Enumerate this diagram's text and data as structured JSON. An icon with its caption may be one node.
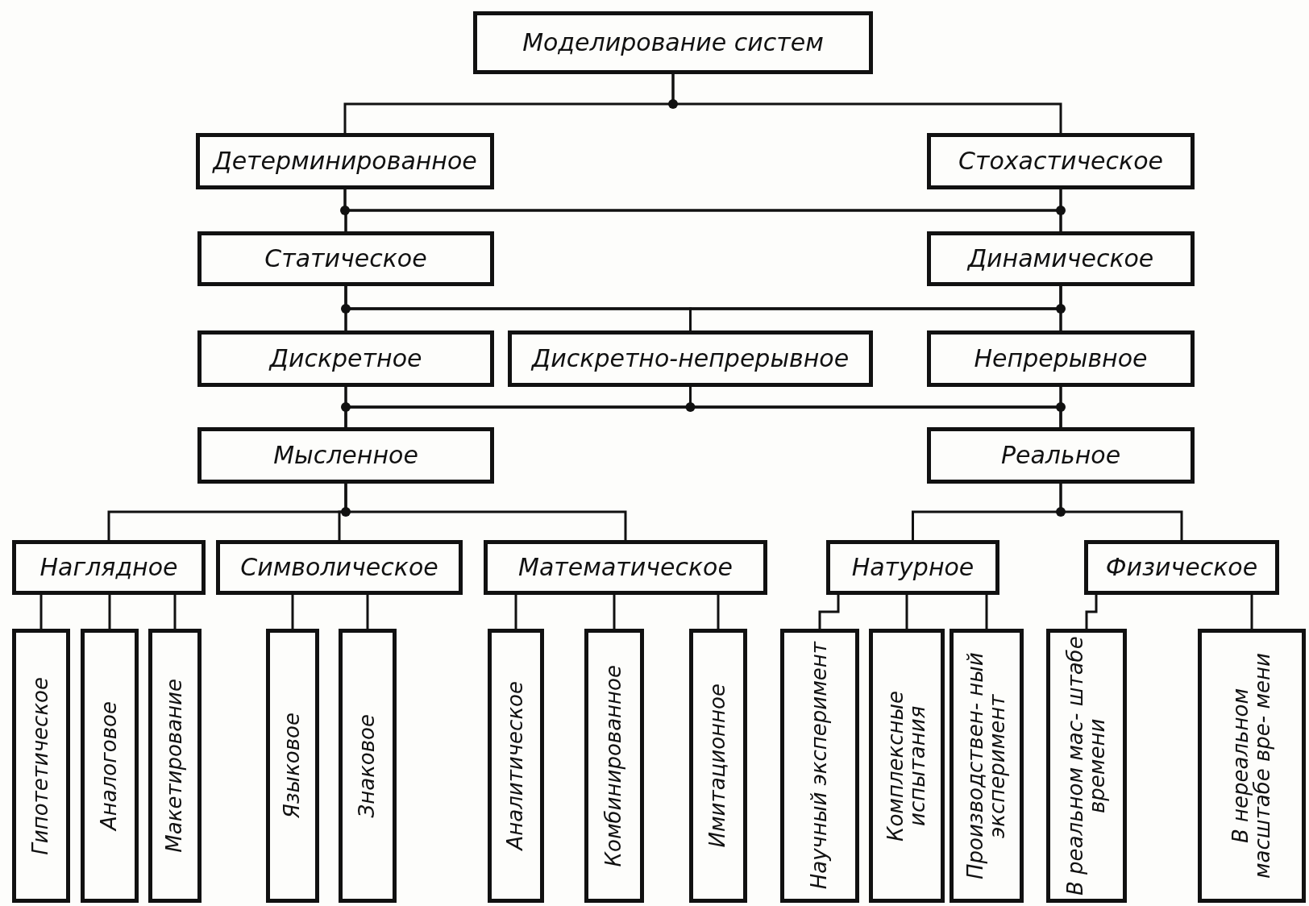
{
  "diagram": {
    "nodes": [
      {
        "text": [
          "Моделирование систем"
        ]
      },
      {
        "text": [
          "Детерминированное"
        ]
      },
      {
        "text": [
          "Стохастическое"
        ]
      },
      {
        "text": [
          "Статическое"
        ]
      },
      {
        "text": [
          "Динамическое"
        ]
      },
      {
        "text": [
          "Дискретное"
        ]
      },
      {
        "text": [
          "Дискретно-непрерывное"
        ]
      },
      {
        "text": [
          "Непрерывное"
        ]
      },
      {
        "text": [
          "Мысленное"
        ]
      },
      {
        "text": [
          "Реальное"
        ]
      },
      {
        "text": [
          "Наглядное"
        ]
      },
      {
        "text": [
          "Символическое"
        ]
      },
      {
        "text": [
          "Математическое"
        ]
      },
      {
        "text": [
          "Натурное"
        ]
      },
      {
        "text": [
          "Физическое"
        ]
      },
      {
        "text": [
          "Гипотетическое"
        ]
      },
      {
        "text": [
          "Аналоговое"
        ]
      },
      {
        "text": [
          "Макетирование"
        ]
      },
      {
        "text": [
          "Языковое"
        ]
      },
      {
        "text": [
          "Знаковое"
        ]
      },
      {
        "text": [
          "Аналитическое"
        ]
      },
      {
        "text": [
          "Комбинированное"
        ]
      },
      {
        "text": [
          "Имитационное"
        ]
      },
      {
        "text": [
          "Научный эксперимент"
        ]
      },
      {
        "text": [
          "Комплексные испытания"
        ]
      },
      {
        "text": [
          "Производствен- ный эксперимент"
        ]
      },
      {
        "text": [
          "В реальном мас- штабе времени"
        ]
      },
      {
        "text": [
          "В нереальном масштабе вре- мени"
        ]
      }
    ],
    "edges": [
      {
        "from": 0,
        "to": 1,
        "arrow": "none"
      },
      {
        "from": 0,
        "to": 2,
        "arrow": "none"
      },
      {
        "from": 1,
        "to": 3,
        "arrow": "none"
      },
      {
        "from": 1,
        "to": 4,
        "arrow": "none"
      },
      {
        "from": 2,
        "to": 3,
        "arrow": "none"
      },
      {
        "from": 2,
        "to": 4,
        "arrow": "none"
      },
      {
        "from": 3,
        "to": 5,
        "arrow": "none"
      },
      {
        "from": 3,
        "to": 6,
        "arrow": "none"
      },
      {
        "from": 3,
        "to": 7,
        "arrow": "none"
      },
      {
        "from": 4,
        "to": 5,
        "arrow": "none"
      },
      {
        "from": 4,
        "to": 6,
        "arrow": "none"
      },
      {
        "from": 4,
        "to": 7,
        "arrow": "none"
      },
      {
        "from": 5,
        "to": 8,
        "arrow": "none"
      },
      {
        "from": 5,
        "to": 9,
        "arrow": "none"
      },
      {
        "from": 6,
        "to": 8,
        "arrow": "none"
      },
      {
        "from": 6,
        "to": 9,
        "arrow": "none"
      },
      {
        "from": 7,
        "to": 8,
        "arrow": "none"
      },
      {
        "from": 7,
        "to": 9,
        "arrow": "none"
      },
      {
        "from": 8,
        "to": 10,
        "arrow": "none"
      },
      {
        "from": 8,
        "to": 11,
        "arrow": "none"
      },
      {
        "from": 8,
        "to": 12,
        "arrow": "none"
      },
      {
        "from": 9,
        "to": 13,
        "arrow": "none"
      },
      {
        "from": 9,
        "to": 14,
        "arrow": "none"
      },
      {
        "from": 10,
        "to": 15,
        "arrow": "none"
      },
      {
        "from": 10,
        "to": 16,
        "arrow": "none"
      },
      {
        "from": 10,
        "to": 17,
        "arrow": "none"
      },
      {
        "from": 11,
        "to": 18,
        "arrow": "none"
      },
      {
        "from": 11,
        "to": 19,
        "arrow": "none"
      },
      {
        "from": 12,
        "to": 20,
        "arrow": "none"
      },
      {
        "from": 12,
        "to": 21,
        "arrow": "none"
      },
      {
        "from": 12,
        "to": 22,
        "arrow": "none"
      },
      {
        "from": 13,
        "to": 23,
        "arrow": "none"
      },
      {
        "from": 13,
        "to": 24,
        "arrow": "none"
      },
      {
        "from": 13,
        "to": 25,
        "arrow": "none"
      },
      {
        "from": 14,
        "to": 26,
        "arrow": "none"
      },
      {
        "from": 14,
        "to": 27,
        "arrow": "none"
      }
    ]
  }
}
